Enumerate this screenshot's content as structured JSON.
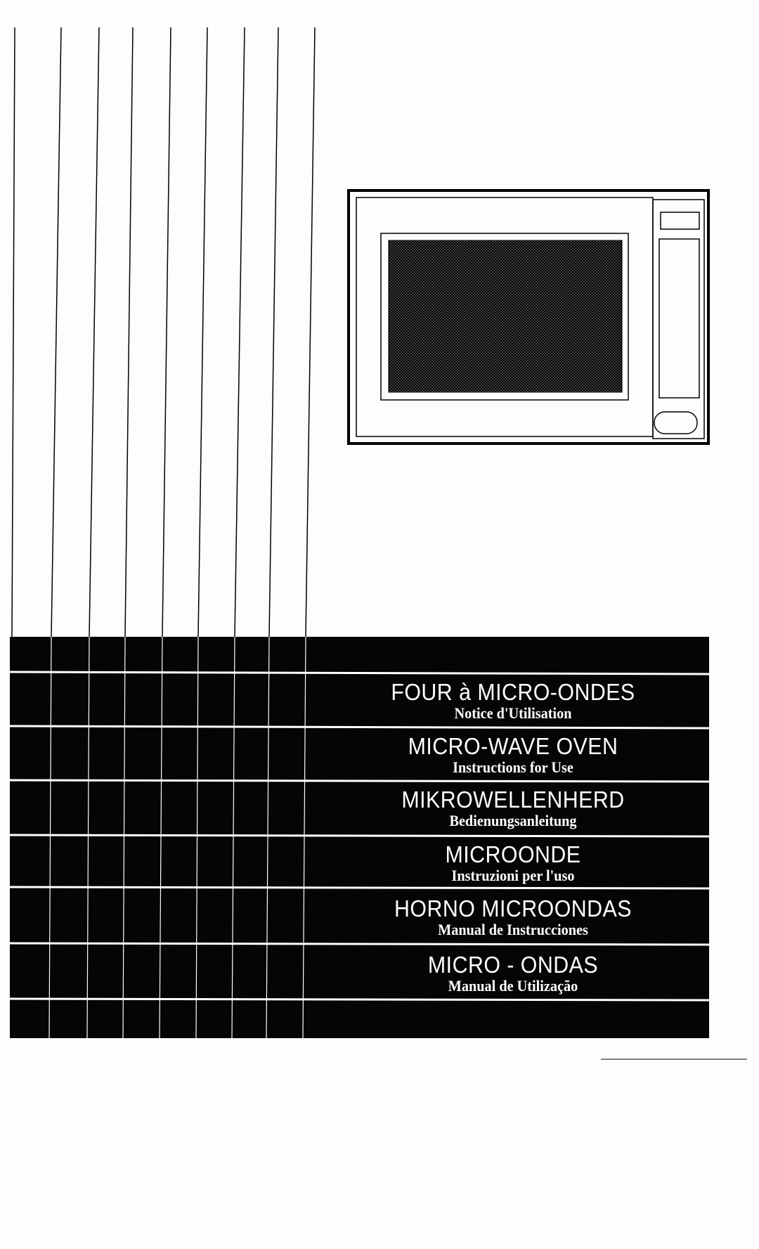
{
  "cover": {
    "languages": [
      {
        "title": "FOUR à MICRO-ONDES",
        "subtitle": "Notice d'Utilisation"
      },
      {
        "title": "MICRO-WAVE OVEN",
        "subtitle": "Instructions for Use"
      },
      {
        "title": "MIKROWELLENHERD",
        "subtitle": "Bedienungsanleitung"
      },
      {
        "title": "MICROONDE",
        "subtitle": "Instruzioni per l'uso"
      },
      {
        "title": "HORNO MICROONDAS",
        "subtitle": "Manual de Instrucciones"
      },
      {
        "title": "MICRO - ONDAS",
        "subtitle": "Manual de Utilização"
      }
    ]
  },
  "colors": {
    "ink": "#000000",
    "paper": "#fdfdfd"
  }
}
